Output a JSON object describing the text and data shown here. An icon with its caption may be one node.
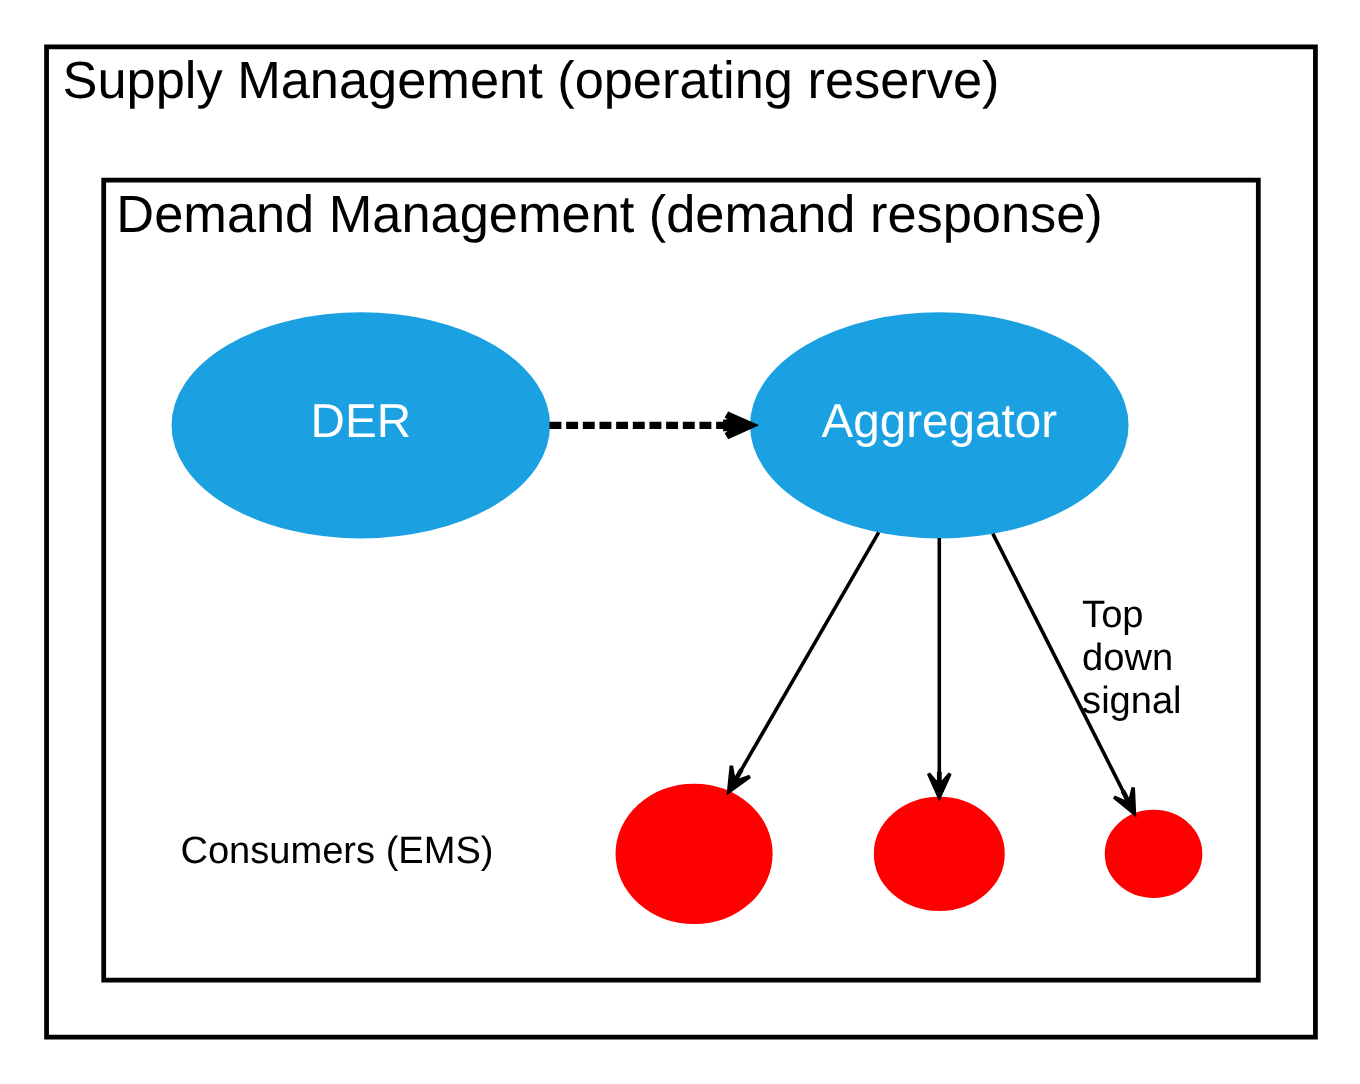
{
  "diagram": {
    "nodes": [
      {
        "text": [
          "Supply Management (operating reserve)"
        ]
      },
      {
        "text": [
          "Demand Management (demand response)"
        ],
        "in": 0
      },
      {
        "text": [
          "DER"
        ],
        "in": 1
      },
      {
        "text": [
          "Aggregator"
        ],
        "in": 1
      },
      {
        "text": [],
        "shape": "circle",
        "in": 1,
        "beside": [
          "Consumers (EMS)"
        ]
      },
      {
        "text": [],
        "shape": "circle",
        "in": 1
      },
      {
        "text": [],
        "shape": "circle",
        "in": 1
      }
    ],
    "edges": [
      {
        "from": 2,
        "to": 3,
        "arrow": "to",
        "style": "dashed"
      },
      {
        "from": 3,
        "to": 4,
        "arrow": "to"
      },
      {
        "from": 3,
        "to": 5,
        "arrow": "to"
      },
      {
        "from": 3,
        "to": 6,
        "arrow": "to",
        "label": "Top down signal"
      }
    ]
  }
}
